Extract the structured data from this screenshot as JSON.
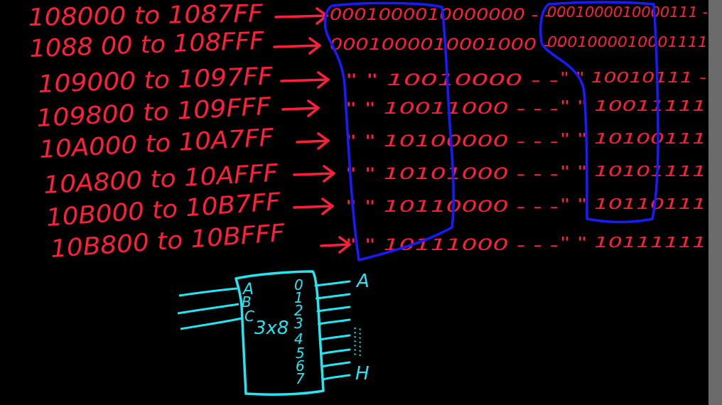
{
  "ranges": [
    {
      "range": "108000 to 1087FF",
      "start_bits": "0001000010000000 - - -",
      "end_bits": "0001000010000111 -"
    },
    {
      "range": "1088 00 to 108FFF",
      "start_bits": "0001000010001000 - -",
      "end_bits": "0001000010001111"
    },
    {
      "range": "109000 to 1097FF",
      "start_bits": "\"     \"   10010000 - -",
      "end_bits": "\"     \"   10010111 -"
    },
    {
      "range": "109800 to 109FFF",
      "start_bits": "\"     \"   10011000 - - -",
      "end_bits": "\"   \"   10011111"
    },
    {
      "range": "10A000 to 10A7FF",
      "start_bits": "\"     \"   10100000 - - -",
      "end_bits": "\"   \"   10100111"
    },
    {
      "range": "10A800 to 10AFFF",
      "start_bits": "\"     \"   10101000 - - -",
      "end_bits": "\"   \"   10101111"
    },
    {
      "range": "10B000 to 10B7FF",
      "start_bits": "\"     \"   10110000 - - -",
      "end_bits": "\"   \"   10110111"
    },
    {
      "range": "10B800 to 10BFFF",
      "start_bits": "\"     \"   10111000 - - -",
      "end_bits": "\"   \"   10111111"
    }
  ],
  "decoder": {
    "label": "3x8",
    "inputs": [
      "A",
      "B",
      "C"
    ],
    "outputs": [
      "0",
      "1",
      "2",
      "3",
      "4",
      "5",
      "6",
      "7"
    ],
    "out_first": "A",
    "out_dots": ":::::::",
    "out_last": "H"
  },
  "colors": {
    "ink_red": "#ff1f3a",
    "ink_blue": "#1a1aff",
    "ink_cyan": "#22e6f2",
    "background": "#000000"
  }
}
